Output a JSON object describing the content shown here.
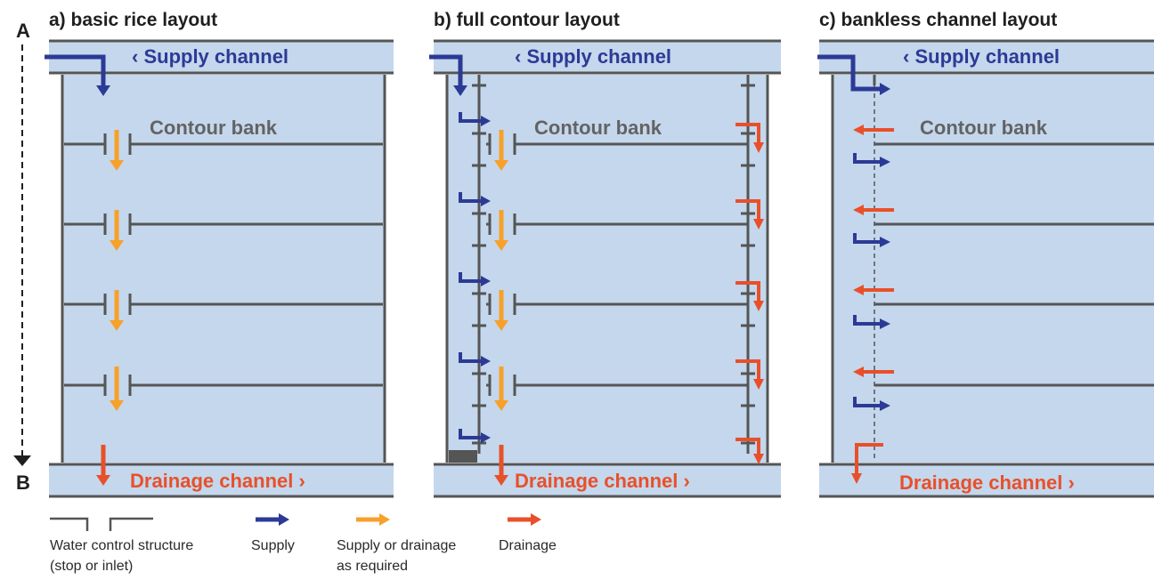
{
  "panels": [
    {
      "title": "a) basic rice layout",
      "supply": "Supply channel",
      "bank": "Contour bank",
      "drain": "Drainage channel"
    },
    {
      "title": "b) full contour layout",
      "supply": "Supply channel",
      "bank": "Contour bank",
      "drain": "Drainage channel"
    },
    {
      "title": "c) bankless channel layout",
      "supply": "Supply channel",
      "bank": "Contour bank",
      "drain": "Drainage channel"
    }
  ],
  "axis": {
    "top": "A",
    "bottom": "B"
  },
  "legend": {
    "structure_line1": "Water control structure",
    "structure_line2": "(stop or inlet)",
    "supply": "Supply",
    "supply_or_drainage_line1": "Supply or drainage",
    "supply_or_drainage_line2": "as required",
    "drainage": "Drainage"
  },
  "colors": {
    "bay_fill": "#c4d7ec",
    "bank_line": "#555555",
    "supply_arrow": "#2c3a96",
    "flex_arrow": "#f7a02a",
    "drain_arrow": "#e8502a"
  }
}
